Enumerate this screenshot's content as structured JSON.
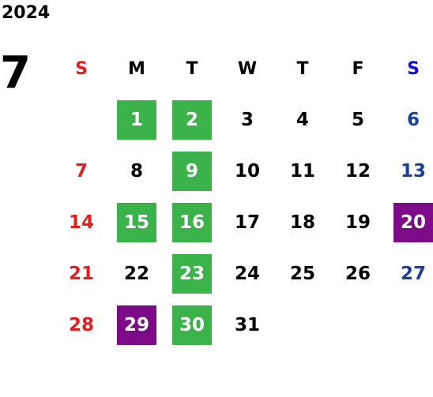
{
  "calendar": {
    "year": "2024",
    "month": "7",
    "weekday_headers": [
      "S",
      "M",
      "T",
      "W",
      "T",
      "F",
      "S"
    ],
    "colors": {
      "sunday": "#e02020",
      "saturday": "#1a3f9a",
      "weekday": "#000000",
      "sunday_header": "#e02020",
      "saturday_header": "#1010e0",
      "highlight_green": "#3bb24a",
      "highlight_purple": "#7d0a87",
      "highlight_text": "#ffffff"
    },
    "weeks": [
      [
        "",
        "1",
        "2",
        "3",
        "4",
        "5",
        "6"
      ],
      [
        "7",
        "8",
        "9",
        "10",
        "11",
        "12",
        "13"
      ],
      [
        "14",
        "15",
        "16",
        "17",
        "18",
        "19",
        "20"
      ],
      [
        "21",
        "22",
        "23",
        "24",
        "25",
        "26",
        "27"
      ],
      [
        "28",
        "29",
        "30",
        "31",
        "",
        "",
        ""
      ]
    ],
    "highlights": {
      "1": "green",
      "2": "green",
      "9": "green",
      "15": "green",
      "16": "green",
      "23": "green",
      "30": "green",
      "20": "purple",
      "29": "purple"
    }
  }
}
